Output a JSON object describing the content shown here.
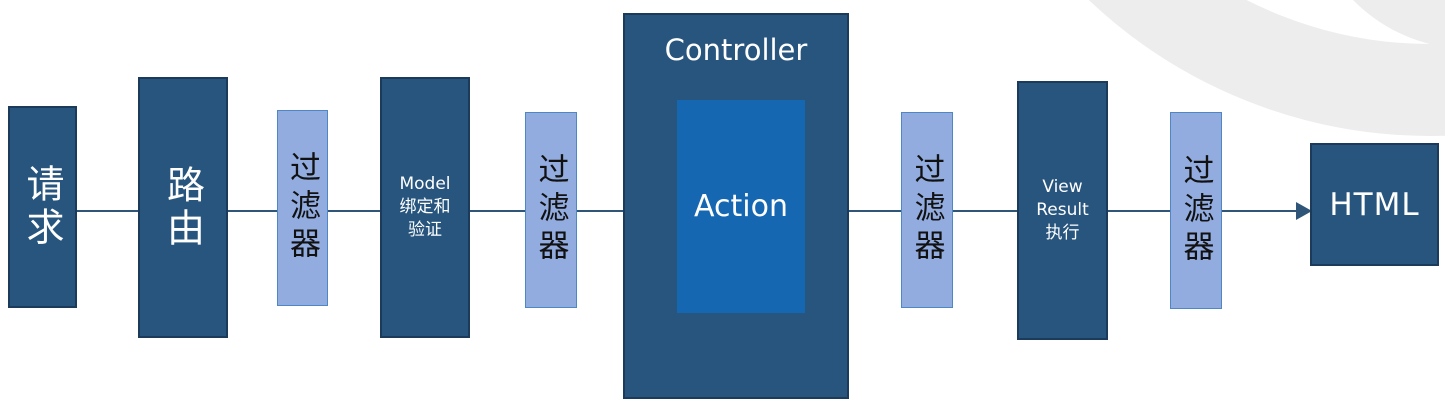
{
  "diagram": {
    "type": "flow",
    "direction": "left-to-right",
    "flow_order": [
      "request",
      "routing",
      "filter1",
      "model_binding",
      "filter2",
      "controller",
      "filter3",
      "view_result",
      "filter4",
      "html"
    ],
    "connector": {
      "style": "line",
      "arrowhead_at": "html"
    }
  },
  "nodes": {
    "request": {
      "label": "请求"
    },
    "routing": {
      "label": "路由"
    },
    "filter1": {
      "label": "过滤器"
    },
    "model_binding": {
      "lines": [
        "Model",
        "绑定和",
        "验证"
      ]
    },
    "filter2": {
      "label": "过滤器"
    },
    "controller": {
      "label": "Controller"
    },
    "action": {
      "label": "Action"
    },
    "filter3": {
      "label": "过滤器"
    },
    "view_result": {
      "lines": [
        "View",
        "Result",
        "执行"
      ]
    },
    "filter4": {
      "label": "过滤器"
    },
    "html": {
      "label": "HTML"
    }
  },
  "colors": {
    "page_bg": "#ffffff",
    "dark_box": "#27557e",
    "dark_box_border": "#1c3a5a",
    "light_box": "#92acdf",
    "light_box_border": "#4e86c6",
    "action_box": "#1667b2",
    "connector": "#2f5578",
    "arc": "#ededed",
    "text_on_dark": "#ffffff",
    "text_on_light": "#111111"
  }
}
